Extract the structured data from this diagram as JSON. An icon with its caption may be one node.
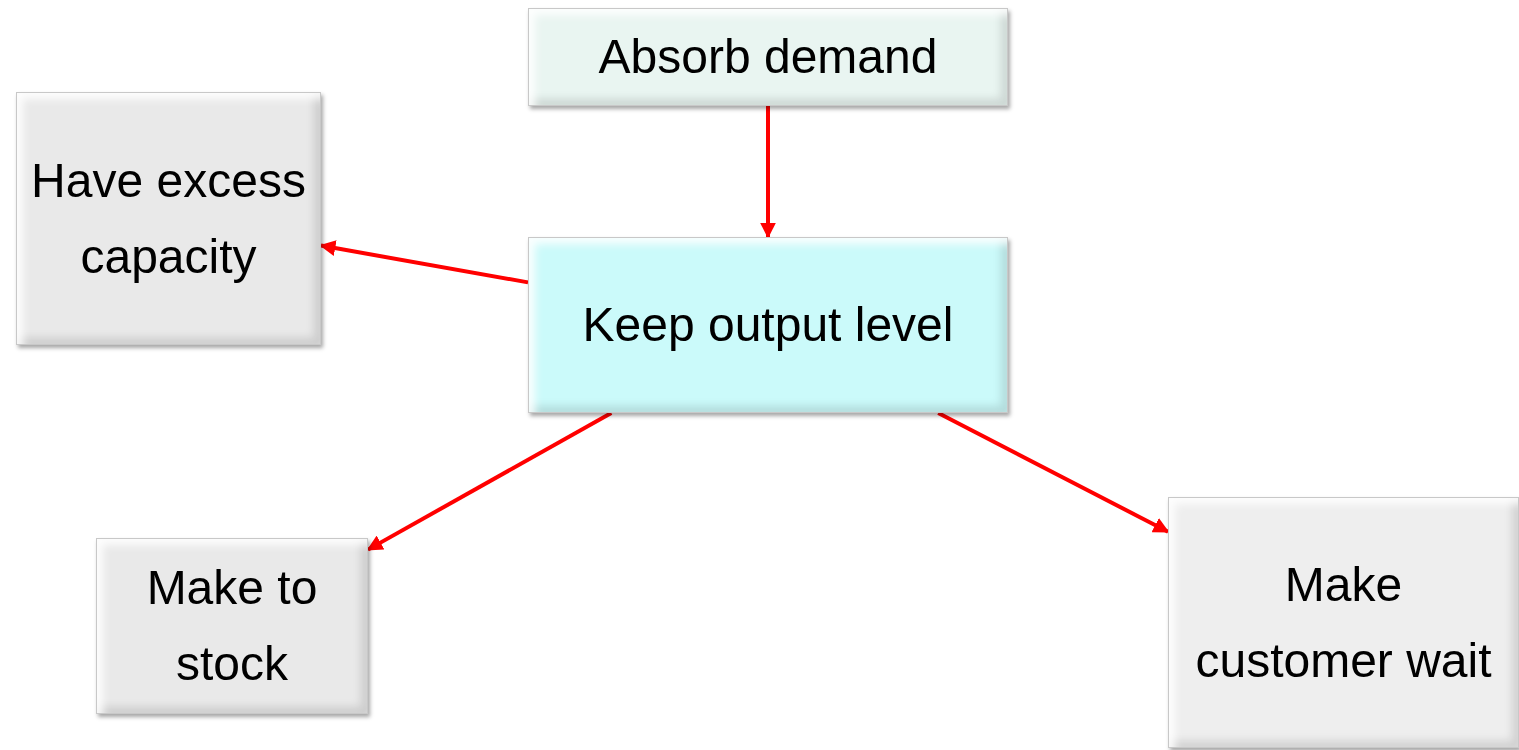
{
  "diagram": {
    "nodes": [
      {
        "text": [
          "Absorb demand"
        ]
      },
      {
        "text": [
          "Have excess capacity"
        ]
      },
      {
        "text": [
          "Keep output level"
        ]
      },
      {
        "text": [
          "Make to stock"
        ]
      },
      {
        "text": [
          "Make customer wait"
        ]
      }
    ],
    "edges": [
      {
        "from": 0,
        "to": 2,
        "arrow": "to",
        "color": "#ff0000"
      },
      {
        "from": 2,
        "to": 1,
        "arrow": "to",
        "color": "#ff0000"
      },
      {
        "from": 2,
        "to": 3,
        "arrow": "to",
        "color": "#ff0000"
      },
      {
        "from": 2,
        "to": 4,
        "arrow": "to",
        "color": "#ff0000"
      }
    ]
  }
}
